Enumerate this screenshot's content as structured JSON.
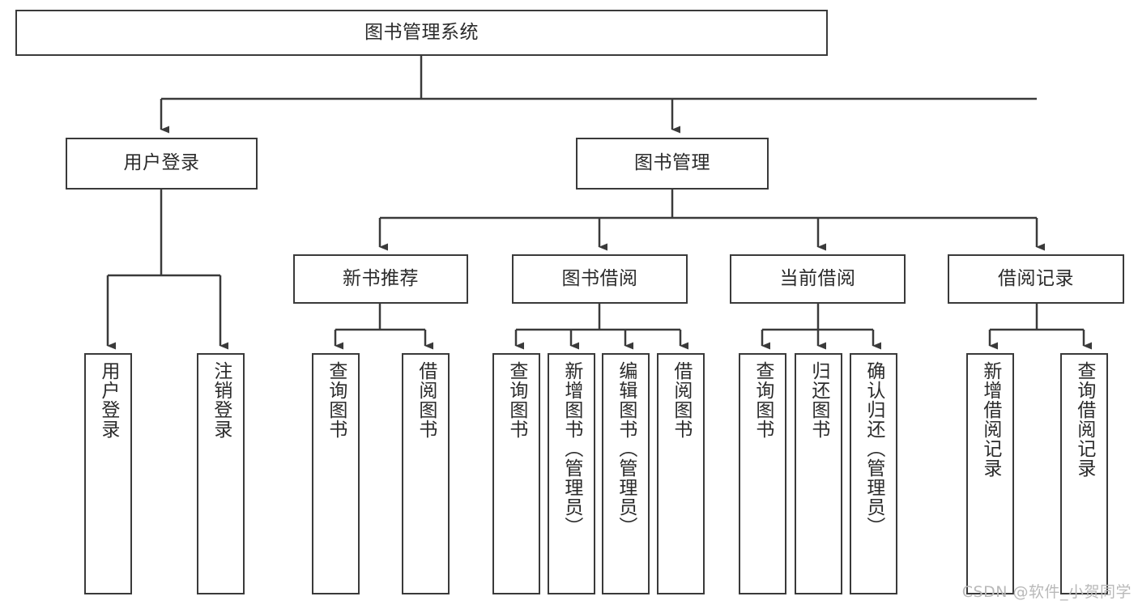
{
  "diagram": {
    "title": "图书管理系统",
    "type": "tree-hierarchy-diagram",
    "root": {
      "label": "图书管理系统"
    },
    "level2": [
      {
        "label": "用户登录"
      },
      {
        "label": "图书管理"
      }
    ],
    "level3": [
      {
        "label": "新书推荐"
      },
      {
        "label": "图书借阅"
      },
      {
        "label": "当前借阅"
      },
      {
        "label": "借阅记录"
      }
    ],
    "leaves": {
      "user_login": [
        {
          "label": "用户登录"
        },
        {
          "label": "注销登录"
        }
      ],
      "new_book_recommend": [
        {
          "label": "查询图书"
        },
        {
          "label": "借阅图书"
        }
      ],
      "book_borrow": [
        {
          "label": "查询图书"
        },
        {
          "label": "新增图书（管理员）"
        },
        {
          "label": "编辑图书（管理员）"
        },
        {
          "label": "借阅图书"
        }
      ],
      "current_borrow": [
        {
          "label": "查询图书"
        },
        {
          "label": "归还图书"
        },
        {
          "label": "确认归还（管理员）"
        }
      ],
      "borrow_record": [
        {
          "label": "新增借阅记录"
        },
        {
          "label": "查询借阅记录"
        }
      ]
    }
  },
  "watermark": {
    "text": "CSDN @软件_小贺同学"
  },
  "colors": {
    "stroke": "#3a3a3a",
    "box_fill": "#ffffff",
    "text": "#2b2b2b",
    "watermark": "#b9b9b9",
    "background": "#ffffff"
  }
}
